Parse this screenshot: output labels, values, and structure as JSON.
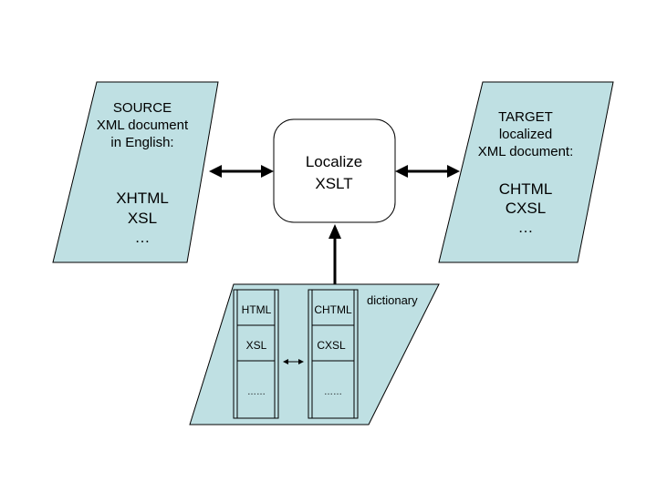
{
  "colors": {
    "shape_fill": "#bfe0e3",
    "stroke": "#000000",
    "box_fill": "#ffffff",
    "background": "#ffffff"
  },
  "source": {
    "heading": [
      "SOURCE",
      "XML document",
      "in English:"
    ],
    "formats": [
      "XHTML",
      "XSL",
      "…"
    ]
  },
  "target": {
    "heading": [
      "TARGET",
      "localized",
      "XML document:"
    ],
    "formats": [
      "CHTML",
      "CXSL",
      "…"
    ]
  },
  "process": {
    "lines": [
      "Localize",
      "XSLT"
    ]
  },
  "dictionary": {
    "label": "dictionary",
    "left_column": [
      "HTML",
      "XSL",
      "……"
    ],
    "right_column": [
      "CHTML",
      "CXSL",
      "……"
    ]
  }
}
